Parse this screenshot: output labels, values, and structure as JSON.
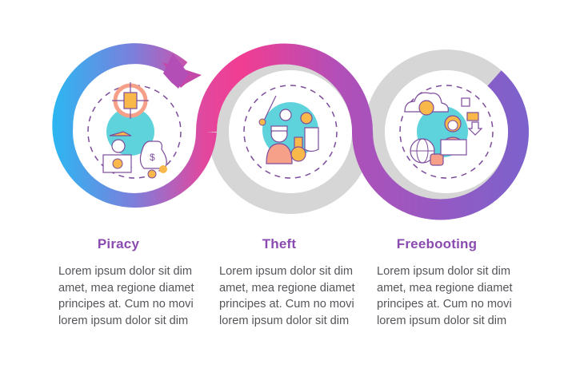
{
  "colors": {
    "title": "#8a4bb0",
    "body_text": "#555459",
    "ring_grey": "#d6d6d6",
    "gradient_blue": "#2bb7f2",
    "gradient_pink": "#ef3d95",
    "gradient_purple": "#8a5cc8",
    "icon_teal": "#5fd3dc",
    "icon_orange": "#f9b84a",
    "icon_salmon": "#f6a08a",
    "icon_outline": "#7d4c9c"
  },
  "steps": [
    {
      "title": "Piracy",
      "icon": "pirate-with-money-bag-icon",
      "body_lines": [
        "Lorem ipsum dolor sit dim",
        "amet, mea regione diamet",
        "principes at. Cum no movi",
        "lorem ipsum dolor sit dim"
      ]
    },
    {
      "title": "Theft",
      "icon": "thief-copyright-icon",
      "body_lines": [
        "Lorem ipsum dolor sit dim",
        "amet, mea regione diamet",
        "principes at. Cum no movi",
        "lorem ipsum dolor sit dim"
      ]
    },
    {
      "title": "Freebooting",
      "icon": "cloud-content-sharing-icon",
      "body_lines": [
        "Lorem ipsum dolor sit dim",
        "amet, mea regione diamet",
        "principes at. Cum no movi",
        "lorem ipsum dolor sit dim"
      ]
    }
  ]
}
